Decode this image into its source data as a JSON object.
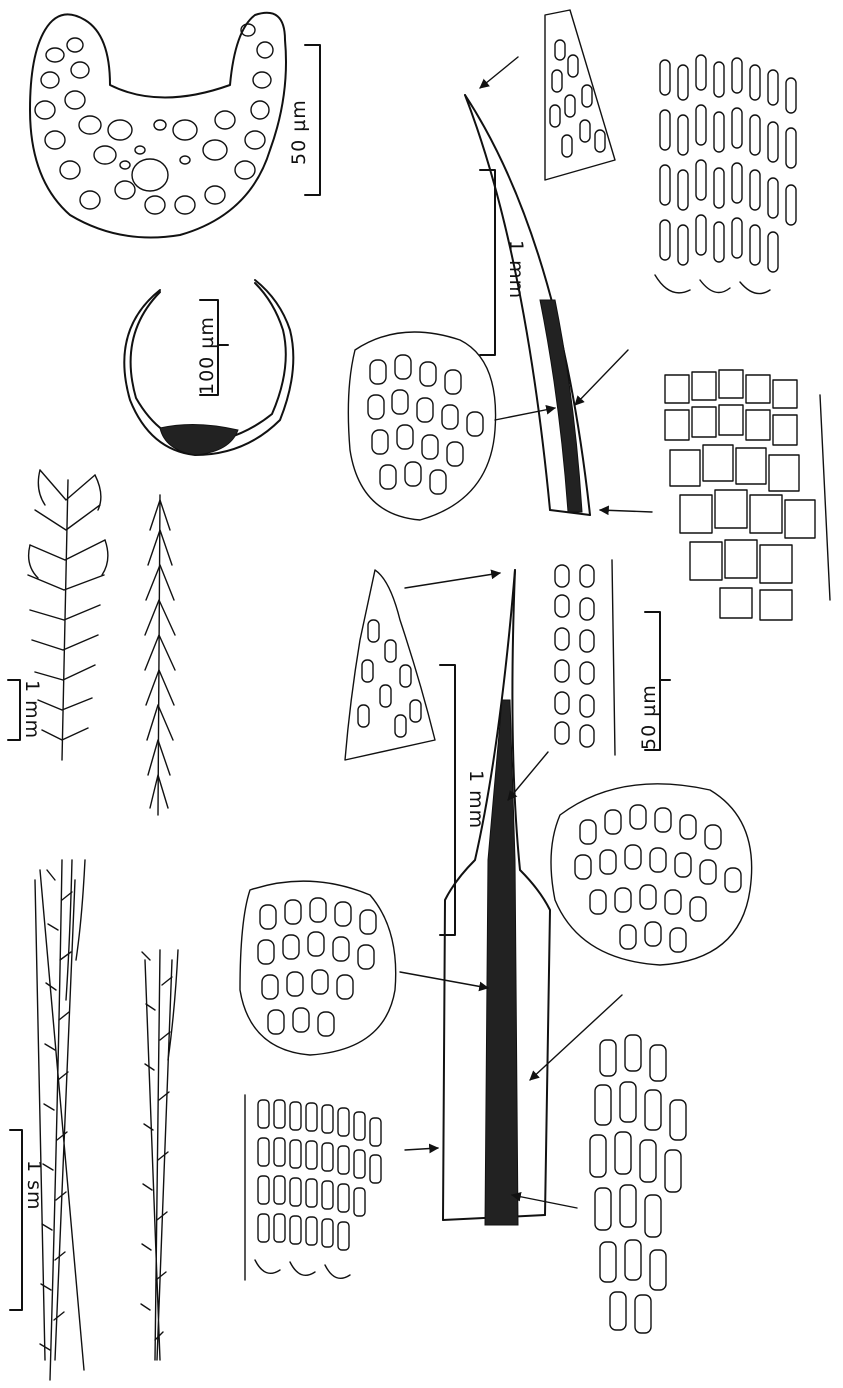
{
  "scale_labels": {
    "cross_section_costa": "50 µm",
    "cross_section_leaf": "100 µm",
    "leaf_upper": "1 mm",
    "areolation_lower": "50 µm",
    "leaf_lower": "1 mm",
    "shoot_detail": "1 mm",
    "habit": "1 sm"
  }
}
